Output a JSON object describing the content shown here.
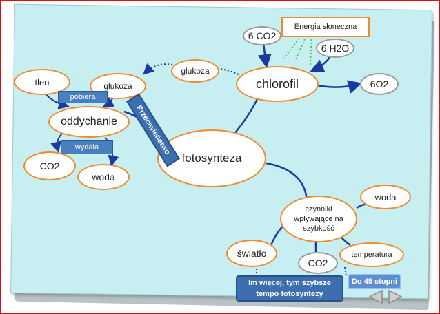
{
  "nodes": {
    "fotosynteza": "fotosynteza",
    "chlorofil": "chlorofil",
    "glukoza_right": "glukoza",
    "glukoza_left": "glukoza",
    "tlen": "tlen",
    "oddychanie": "oddychanie",
    "co2_left": "CO2",
    "woda_left": "woda",
    "co2_top": "6 CO2",
    "h2o_top": "6 H2O",
    "o2_right": "6O2",
    "czynniki": "czynniki wpływające na szybkość",
    "woda_right": "woda",
    "swiatlo": "światło",
    "co2_bottom": "CO2",
    "temperatura": "temperatura"
  },
  "boxes": {
    "energia": "Energia słoneczna",
    "pobiera": "pobiera",
    "wydala": "wydala",
    "przeciwienstwo": "Przeciwieństwo",
    "im_wiecej": "Im więcej, tym szybsze tempo fotosyntezy",
    "do45": "Do 45 stopni"
  },
  "colors": {
    "background": "#c7eef0",
    "node_border": "#f08a2a",
    "line": "#1a3aa0",
    "label_fill": "#4a7fbf",
    "frame": "#e01010",
    "dotted_green": "#3bcc3b"
  },
  "icons": [
    "prev-arrow-icon",
    "next-arrow-icon"
  ]
}
